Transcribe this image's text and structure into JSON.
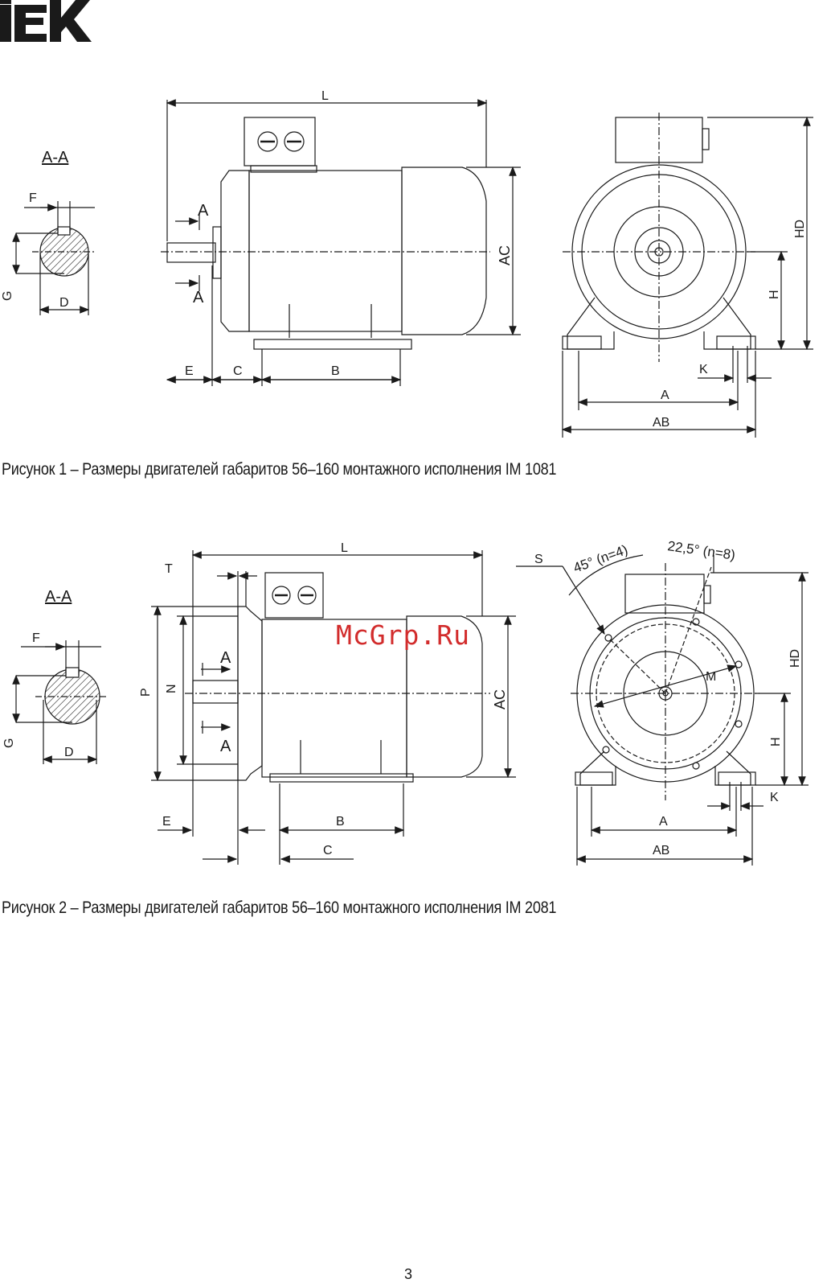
{
  "brand": {
    "logo_text": "IEK",
    "color": "#1a1a1a"
  },
  "figure1": {
    "caption": "Рисунок 1 – Размеры двигателей габаритов 56–160 монтажного исполнения  IM 1081",
    "section_label": "A-A",
    "labels": {
      "L": "L",
      "AC": "AC",
      "HD": "HD",
      "H": "H",
      "A": "A",
      "AB": "AB",
      "K": "K",
      "E": "E",
      "C": "C",
      "B": "B",
      "F": "F",
      "G": "G",
      "D": "D",
      "arrow_top": "A",
      "arrow_bottom": "A"
    }
  },
  "figure2": {
    "caption": "Рисунок 2 – Размеры двигателей габаритов 56–160 монтажного исполнения  IM 2081",
    "section_label": "A-A",
    "labels": {
      "L": "L",
      "T": "T",
      "P": "P",
      "N": "N",
      "AC": "AC",
      "HD": "HD",
      "H": "H",
      "A": "A",
      "AB": "AB",
      "K": "K",
      "E": "E",
      "B": "B",
      "C": "C",
      "F": "F",
      "G": "G",
      "D": "D",
      "S": "S",
      "M": "M",
      "angle_45": "45° (n=4)",
      "angle_22": "22,5° (n=8)",
      "arrow_top": "A",
      "arrow_bottom": "A"
    }
  },
  "watermark": "McGrp.Ru",
  "page_number": "3"
}
